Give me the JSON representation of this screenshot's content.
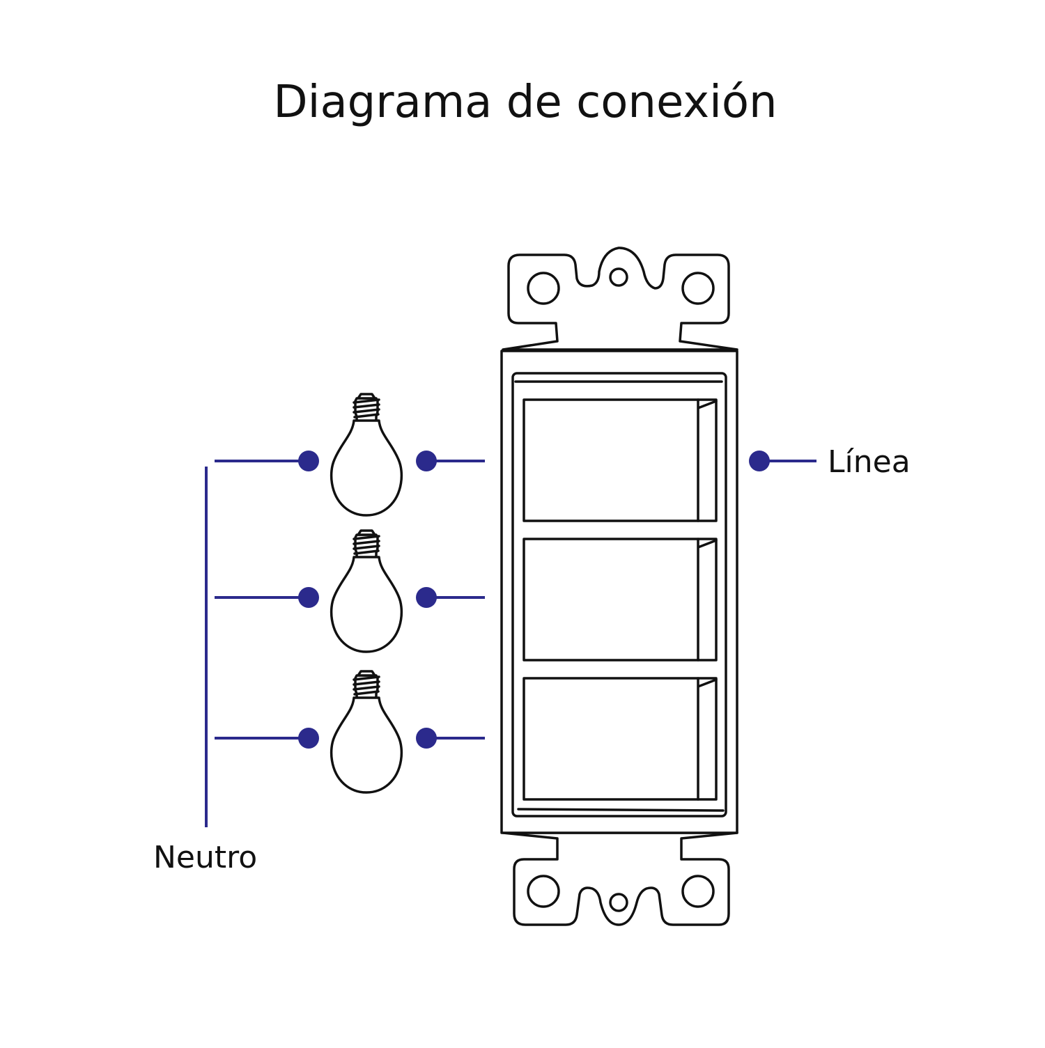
{
  "title": "Diagrama de conexión",
  "labels": {
    "line": "Línea",
    "neutral": "Neutro"
  },
  "colors": {
    "wire": "#2b2a8c",
    "outline": "#111111",
    "background": "#ffffff"
  },
  "switch_count": 3,
  "bulb_count": 3,
  "icons": [
    "light-bulb-icon",
    "triple-switch-plate-icon",
    "terminal-dot-icon"
  ]
}
